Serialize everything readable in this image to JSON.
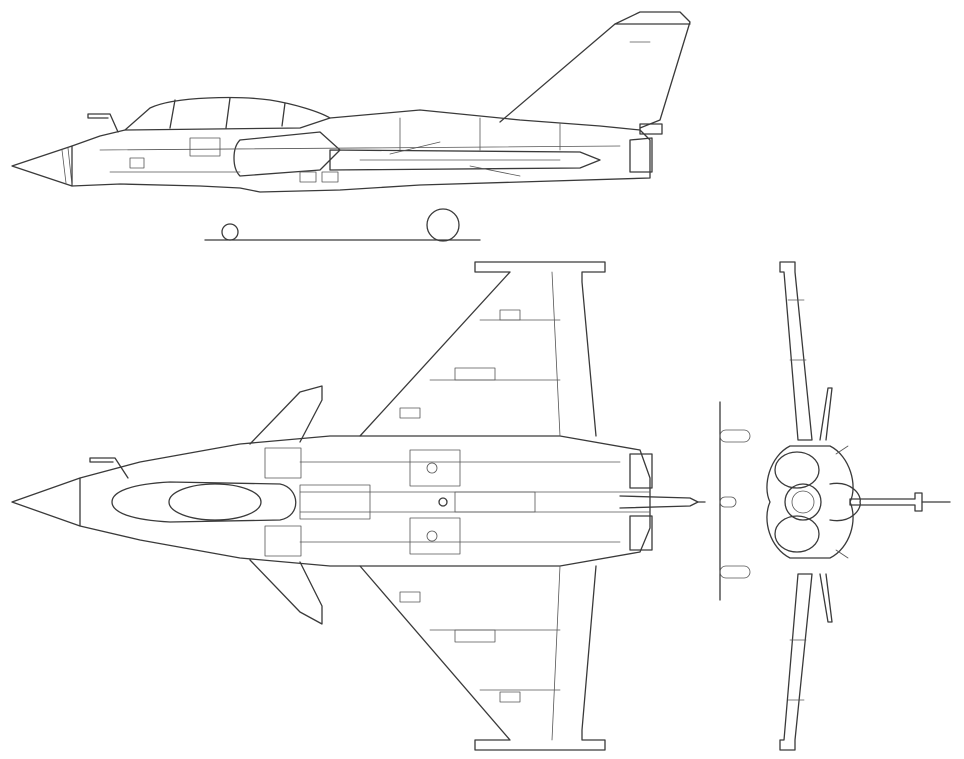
{
  "drawing": {
    "line_color": "#3a3a3a",
    "background": "#ffffff",
    "views": [
      "side-view",
      "top-view",
      "front-view"
    ]
  }
}
